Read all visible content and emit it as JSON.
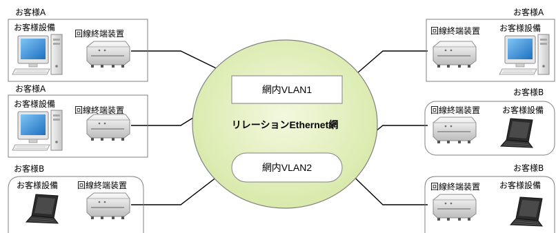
{
  "network": {
    "cloud_label": "リレーションEthernet網",
    "vlan1_label": "網内VLAN1",
    "vlan2_label": "網内VLAN2"
  },
  "sites": [
    {
      "customer": "お客様A",
      "equipment_label": "お客様設備",
      "terminal_label": "回線終端装置",
      "device": "desktop-pc"
    },
    {
      "customer": "お客様A",
      "equipment_label": "お客様設備",
      "terminal_label": "回線終端装置",
      "device": "desktop-pc"
    },
    {
      "customer": "お客様B",
      "equipment_label": "お客様設備",
      "terminal_label": "回線終端装置",
      "device": "laptop"
    },
    {
      "customer": "お客様A",
      "equipment_label": "お客様設備",
      "terminal_label": "回線終端装置",
      "device": "desktop-pc"
    },
    {
      "customer": "お客様B",
      "equipment_label": "お客様設備",
      "terminal_label": "回線終端装置",
      "device": "laptop"
    },
    {
      "customer": "お客様B",
      "equipment_label": "お客様設備",
      "terminal_label": "回線終端装置",
      "device": "laptop"
    }
  ],
  "colors": {
    "cloud_fill": "#e3efc0",
    "cloud_stroke": "#7f7f7f",
    "box_stroke": "#7f7f7f",
    "monitor_screen": "#3a8ed6"
  }
}
